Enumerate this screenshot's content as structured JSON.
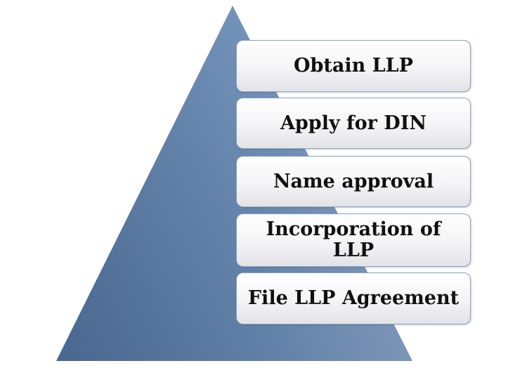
{
  "diagram": {
    "colors": {
      "pyramid_light": "#8fa9c9",
      "pyramid_mid": "#6385b0",
      "pyramid_dark": "#4c6c98",
      "box_border": "#8aa2bf",
      "text": "#111111"
    },
    "steps": [
      {
        "label": "Obtain LLP"
      },
      {
        "label": "Apply for DIN"
      },
      {
        "label": "Name approval"
      },
      {
        "label": "Incorporation of LLP"
      },
      {
        "label": "File LLP Agreement"
      }
    ]
  }
}
